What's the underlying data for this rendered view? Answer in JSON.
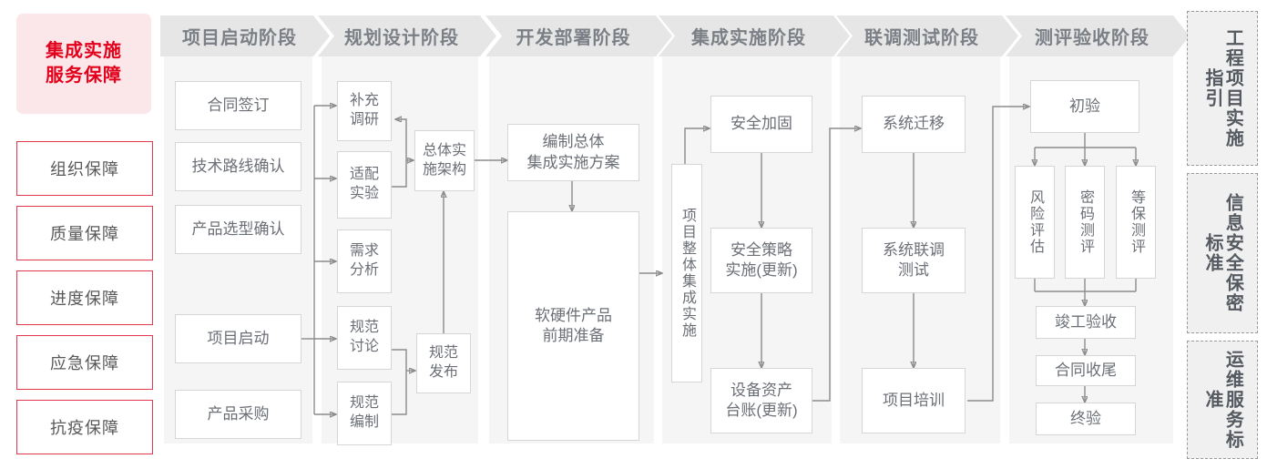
{
  "left_rail": {
    "hero_label": "集成实施\n服务保障",
    "hero_line1": "集成实施",
    "hero_line2": "服务保障",
    "accent_color": "#e3001b",
    "hero_bg": "#fbe7ea",
    "border_color": "#e3394f",
    "items": [
      {
        "label": "组织保障"
      },
      {
        "label": "质量保障"
      },
      {
        "label": "进度保障"
      },
      {
        "label": "应急保障"
      },
      {
        "label": "抗疫保障"
      }
    ]
  },
  "phases": [
    {
      "title": "项目启动阶段"
    },
    {
      "title": "规划设计阶段"
    },
    {
      "title": "开发部署阶段"
    },
    {
      "title": "集成实施阶段"
    },
    {
      "title": "联调测试阶段"
    },
    {
      "title": "测评验收阶段"
    }
  ],
  "nodes": {
    "p1": [
      {
        "label": "合同签订"
      },
      {
        "label": "技术路线确认"
      },
      {
        "label": "产品选型确认"
      },
      {
        "label": "项目启动"
      },
      {
        "label": "产品采购"
      }
    ],
    "p2": [
      {
        "line1": "补充",
        "line2": "调研"
      },
      {
        "line1": "适配",
        "line2": "实验"
      },
      {
        "line1": "需求",
        "line2": "分析"
      },
      {
        "line1": "规范",
        "line2": "讨论"
      },
      {
        "line1": "规范",
        "line2": "编制"
      },
      {
        "line1": "总体实",
        "line2": "施架构"
      },
      {
        "line1": "规范",
        "line2": "发布"
      }
    ],
    "p3": [
      {
        "line1": "编制总体",
        "line2": "集成实施方案"
      },
      {
        "line1": "软硬件产品",
        "line2": "前期准备"
      }
    ],
    "p4": [
      {
        "label": "项目整体集成实施",
        "vertical": true
      },
      {
        "label": "安全加固"
      },
      {
        "line1": "安全策略",
        "line2": "实施(更新)"
      },
      {
        "line1": "设备资产",
        "line2": "台账(更新)"
      }
    ],
    "p5": [
      {
        "label": "系统迁移"
      },
      {
        "line1": "系统联调",
        "line2": "测试"
      },
      {
        "label": "项目培训"
      }
    ],
    "p6": [
      {
        "label": "初验"
      },
      {
        "label": "风险评估",
        "vertical": true
      },
      {
        "label": "密码测评",
        "vertical": true
      },
      {
        "label": "等保测评",
        "vertical": true
      },
      {
        "label": "竣工验收"
      },
      {
        "label": "合同收尾"
      },
      {
        "label": "终验"
      }
    ]
  },
  "right_rail": {
    "items": [
      {
        "label": "工程项目实施指引"
      },
      {
        "label": "信息安全保密标准"
      },
      {
        "label": "运维服务标准"
      }
    ]
  }
}
